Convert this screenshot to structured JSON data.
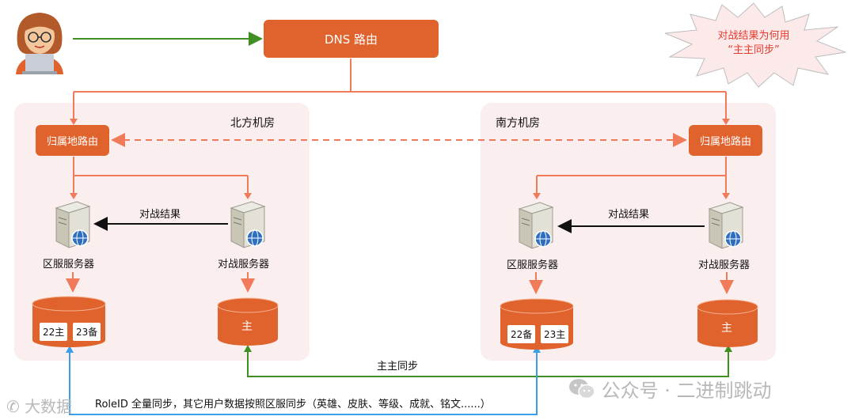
{
  "dns_label": "DNS 路由",
  "burst_text": [
    "对战结果为何用",
    "“主主同步”"
  ],
  "north": {
    "title": "北方机房",
    "router": "归属地路由",
    "battle_result": "对战结果",
    "region_server": "区服服务器",
    "battle_server": "对战服务器",
    "db_tags": [
      "22主",
      "23备"
    ],
    "db_main": "主"
  },
  "south": {
    "title": "南方机房",
    "router": "归属地路由",
    "battle_result": "对战结果",
    "region_server": "区服服务器",
    "battle_server": "对战服务器",
    "db_tags": [
      "22备",
      "23主"
    ],
    "db_main": "主"
  },
  "sync_label": "主主同步",
  "bottom_text": "RoleID 全量同步，其它用户数据按照区服同步（英雄、皮肤、等级、成就、铭文......）",
  "watermark_left": "大数据",
  "watermark_right": "公众号 · 二进制跳动",
  "colors": {
    "orange": "#e0622c",
    "green": "#3f8f23",
    "blue": "#3b9ee8",
    "salmon": "#f07a5a",
    "room": "#fbeeee"
  }
}
